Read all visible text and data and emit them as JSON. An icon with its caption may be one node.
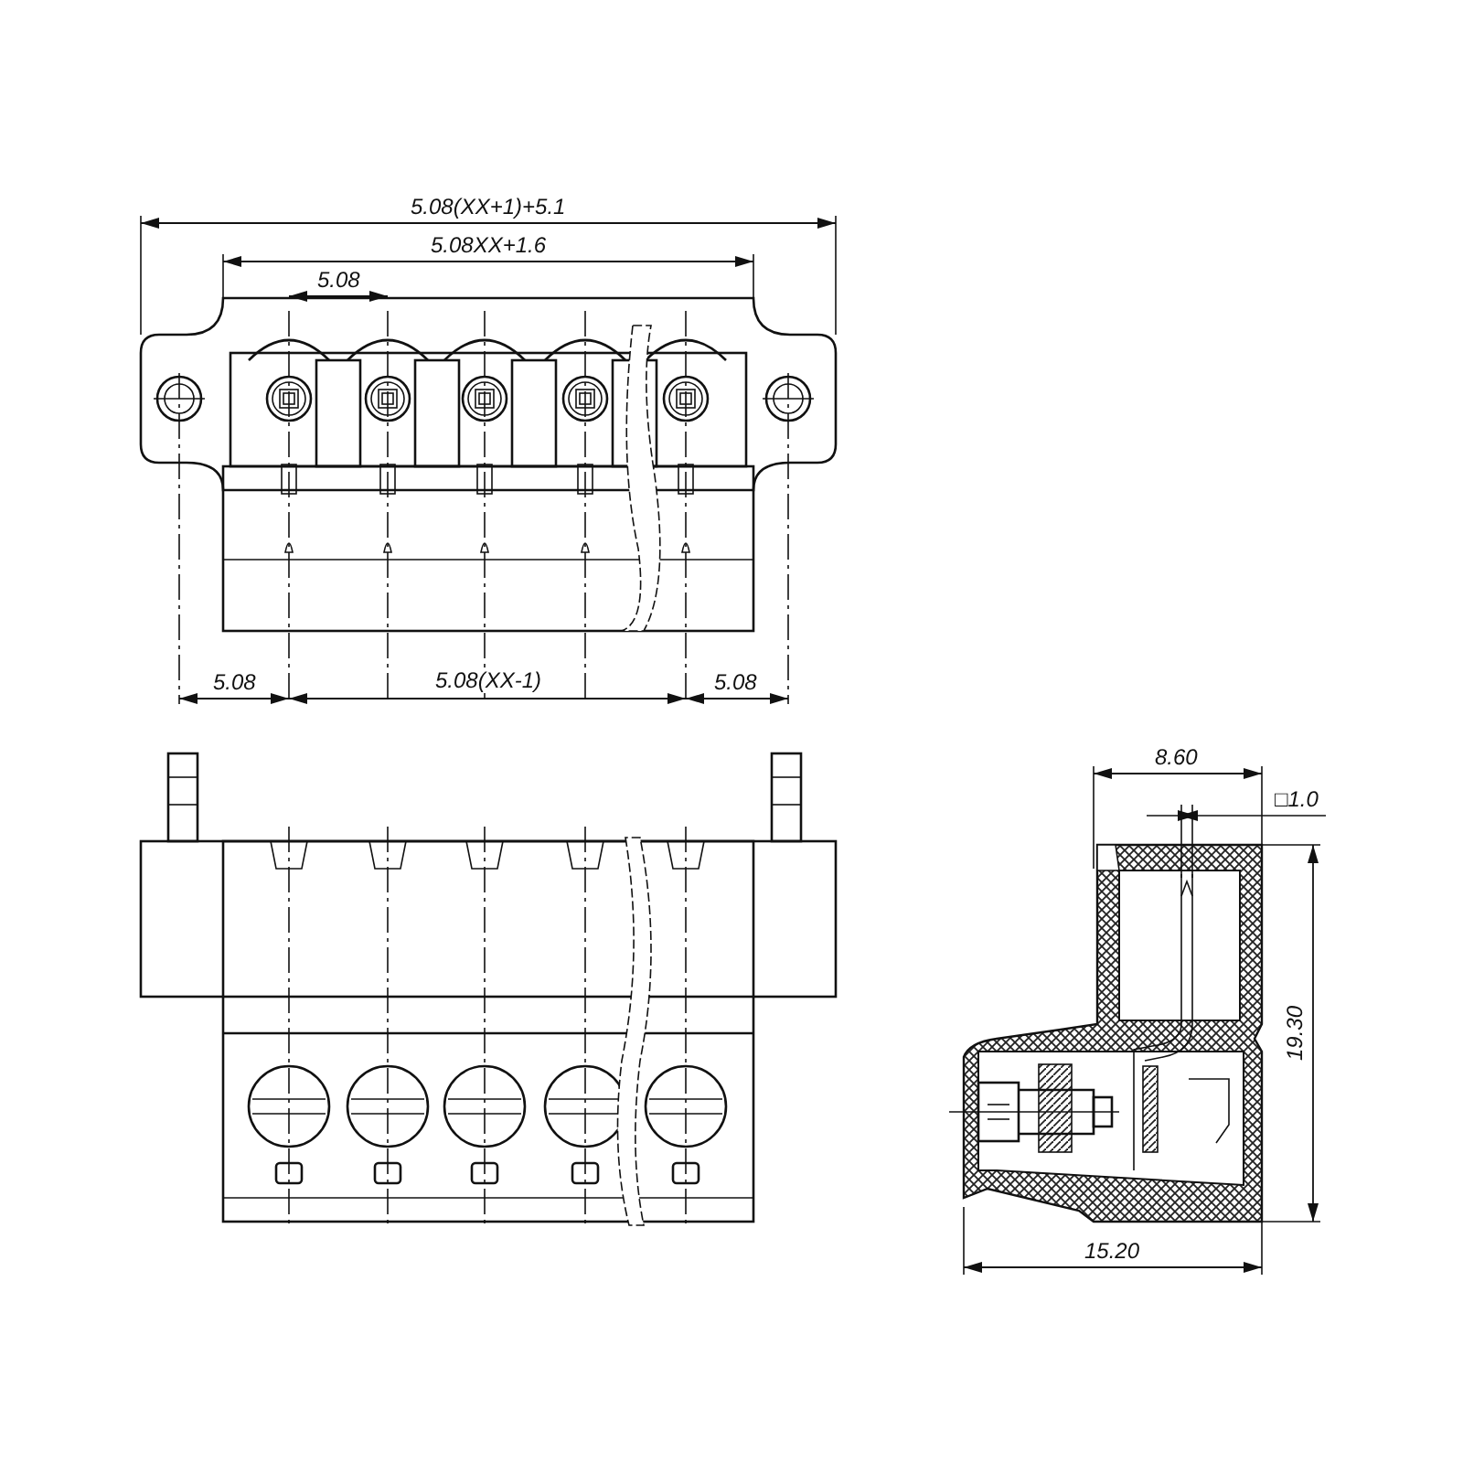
{
  "diagram": {
    "labels": [
      "5.08(XX+1)+5.1",
      "5.08XX+1.6",
      "5.08",
      "5.08",
      "5.08(XX-1)",
      "5.08",
      "8.60",
      "□1.0",
      "19.30",
      "15.20"
    ]
  }
}
